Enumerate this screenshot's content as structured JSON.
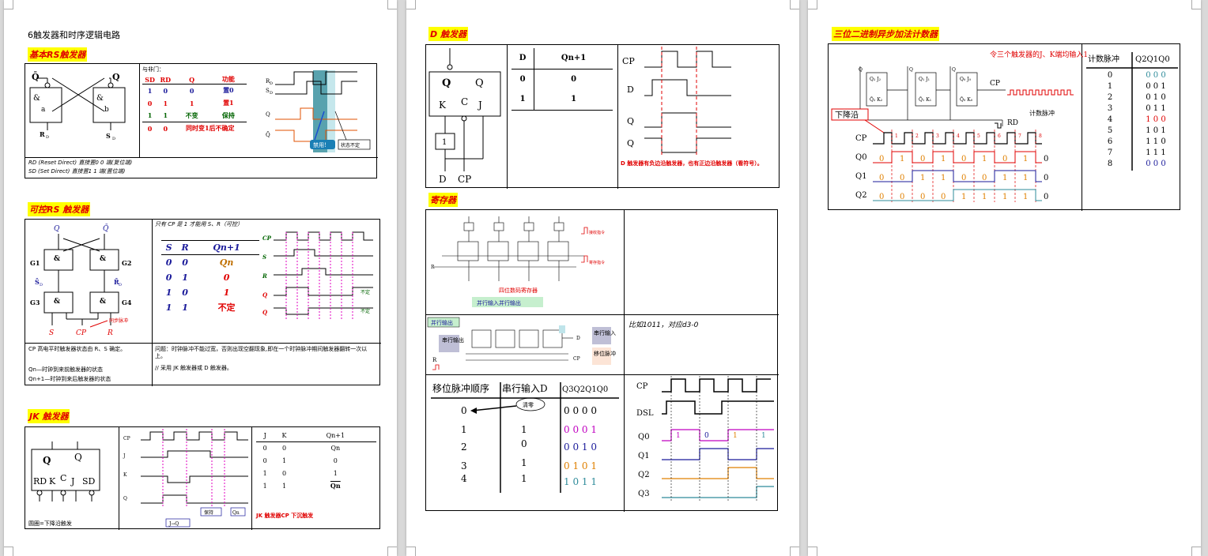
{
  "page1": {
    "doc_title": "6触发器和时序逻辑电路",
    "basic_rs": {
      "heading": "基本RS触发器",
      "gate_a_sym": "&",
      "gate_a_name": "a",
      "gate_b_sym": "&",
      "gate_b_name": "b",
      "nand_note": "与非门：",
      "table_headers": [
        "SD",
        "RD",
        "Q",
        "功能"
      ],
      "rows": [
        [
          "1",
          "0",
          "0",
          "置0"
        ],
        [
          "0",
          "1",
          "1",
          "置1"
        ],
        [
          "1",
          "1",
          "不变",
          "保持"
        ],
        [
          "0",
          "0",
          "同时变1后不确定",
          ""
        ]
      ],
      "wave_labels": [
        "RD",
        "SD",
        "Q",
        "Q"
      ],
      "forbid": "禁用!",
      "uncertain": "状态不定",
      "note_rd": "RD (Reset Direct) 直接置0 0 端(复位端)",
      "note_sd": "SD (Set Direct) 直接置1 1 端(置位端)"
    },
    "clocked_rs": {
      "heading": "可控RS 触发器",
      "gates": [
        "G1",
        "G2",
        "G3",
        "G4"
      ],
      "inputs": [
        "S",
        "CP",
        "R"
      ],
      "clock_pulse": "同步脉冲",
      "condition": "只有 CP 是 1 才能用 S、R（可控）",
      "table_headers": [
        "S",
        "R",
        "Qn+1"
      ],
      "rows": [
        [
          "0",
          "0",
          "Qn"
        ],
        [
          "0",
          "1",
          "0"
        ],
        [
          "1",
          "0",
          "1"
        ],
        [
          "1",
          "1",
          "不定"
        ]
      ],
      "wave_labels": [
        "CP",
        "S",
        "R",
        "Q",
        "Q"
      ],
      "undetermined": "不定",
      "note_left": [
        "CP 高电平时触发器状态由 R、S 确定。",
        "Qn—时钟到来前触发器的状态",
        "Qn+1—时钟到来后触发器的状态"
      ],
      "note_right": [
        "问题：时钟脉冲不能过宽，否则出现空翻现象,即在一个时钟脉冲期间触发器翻转一次以上。",
        "// 采用 JK 触发器或 D 触发器。"
      ]
    },
    "jk": {
      "heading": "JK 触发器",
      "pins": [
        "RD",
        "K",
        "C",
        "J",
        "SD"
      ],
      "wave_labels": [
        "CP",
        "J",
        "K",
        "Q"
      ],
      "wave_notes": [
        "J→Q",
        "保持",
        "Qn"
      ],
      "table_headers": [
        "J",
        "K",
        "Qn+1"
      ],
      "rows": [
        [
          "0",
          "0",
          "Qn"
        ],
        [
          "0",
          "1",
          "0"
        ],
        [
          "1",
          "0",
          "1"
        ],
        [
          "1",
          "1",
          "Qn"
        ]
      ],
      "note": "JK 触发器CP 下沉触发",
      "circle_note": "圆圈=下降沿触发"
    }
  },
  "page2": {
    "d_ff": {
      "heading": "D 触发器",
      "pins": [
        "K",
        "C",
        "J",
        "D",
        "CP"
      ],
      "table_headers": [
        "D",
        "Qn+1"
      ],
      "rows": [
        [
          "0",
          "0"
        ],
        [
          "1",
          "1"
        ]
      ],
      "wave_labels": [
        "CP",
        "D",
        "Q",
        "Q"
      ],
      "note": "D 触发器有负边沿触发器，也有正边沿触发器（看符号）。"
    },
    "register": {
      "heading": "寄存器",
      "title": "四位数码寄存器",
      "mode1": "并行输入并行输出",
      "mode2": "并行输出",
      "serial_in": "串行输入",
      "shift_pulse": "移位脉冲",
      "serial_out": "串行输出",
      "receive": "接收指令",
      "send": "寄存指令",
      "example": "比如1011，对应d3-0",
      "table_headers": [
        "移位脉冲顺序",
        "串行输入D",
        "Q3Q2Q1Q0"
      ],
      "clear": "清零",
      "rows": [
        [
          "0",
          "",
          "0 0 0 0"
        ],
        [
          "1",
          "1",
          "0 0 0 1"
        ],
        [
          "2",
          "0",
          "0 0 1 0"
        ],
        [
          "3",
          "1",
          "0 1 0 1"
        ],
        [
          "4",
          "1",
          "1 0 1 1"
        ]
      ],
      "wave_labels": [
        "CP",
        "DSL",
        "Q0",
        "Q1",
        "Q2",
        "Q3"
      ]
    }
  },
  "page3": {
    "counter": {
      "heading": "三位二进制异步加法计数器",
      "instruction": "令三个触发器的J、K端均输入1",
      "cp_label": "CP",
      "rd_label": "RD",
      "count_pulse": "计数脉冲",
      "falling_edge": "下降沿",
      "wave_labels": [
        "CP",
        "Q0",
        "Q1",
        "Q2"
      ],
      "q0_values": [
        "0",
        "1",
        "0",
        "1",
        "0",
        "1",
        "0",
        "1",
        "0"
      ],
      "q1_values": [
        "0",
        "0",
        "1",
        "1",
        "0",
        "0",
        "1",
        "1",
        "0"
      ],
      "q2_values": [
        "0",
        "0",
        "0",
        "0",
        "1",
        "1",
        "1",
        "1",
        "0"
      ],
      "table_headers": [
        "计数脉冲",
        "Q2Q1Q0"
      ],
      "rows": [
        [
          "0",
          "0 0 0"
        ],
        [
          "1",
          "0 0 1"
        ],
        [
          "2",
          "0 1 0"
        ],
        [
          "3",
          "0 1 1"
        ],
        [
          "4",
          "1 0 0"
        ],
        [
          "5",
          "1 0 1"
        ],
        [
          "6",
          "1 1 0"
        ],
        [
          "7",
          "1 1 1"
        ],
        [
          "8",
          "0 0 0"
        ]
      ]
    }
  }
}
